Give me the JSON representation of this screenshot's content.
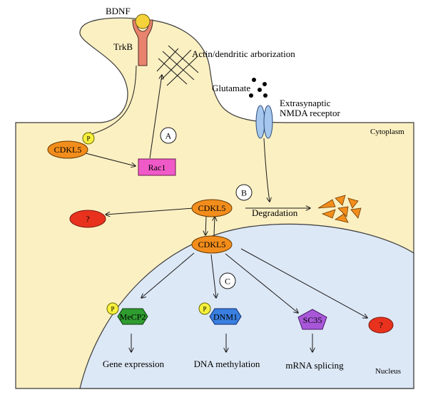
{
  "labels": {
    "bdnf": "BDNF",
    "trkb": "TrkB",
    "actin": "Actin/dendritic arborization",
    "glutamate": "Glutamate",
    "nmda_line1": "Extrasynaptic",
    "nmda_line2": "NMDA receptor",
    "cytoplasm": "Cytoplasm",
    "nucleus": "Nucleus",
    "degradation": "Degradation",
    "gene_expression": "Gene expression",
    "dna_methylation": "DNA methylation",
    "mrna_splicing": "mRNA splicing"
  },
  "steps": {
    "a": "A",
    "b": "B",
    "c": "C"
  },
  "molecules": {
    "cdkl5": "CDKL5",
    "rac1": "Rac1",
    "mecp2": "MeCP2",
    "dnm1": "DNM1",
    "sc35": "SC35",
    "phospho": "P",
    "unknown": "?"
  },
  "colors": {
    "cytoplasm": "#fbf0c2",
    "nucleus": "#dde8f6",
    "cdkl5": "#f28d1c",
    "rac1": "#f05ac8",
    "mecp2": "#2f9c2f",
    "dnm1": "#3a7fe0",
    "sc35": "#a857d8",
    "unknown": "#e8321e",
    "phospho": "#f7f03c",
    "receptor": "#a7c8ee",
    "trkb": "#e8836e",
    "bdnf": "#f5d23a",
    "degraded": "#f28d1c"
  }
}
